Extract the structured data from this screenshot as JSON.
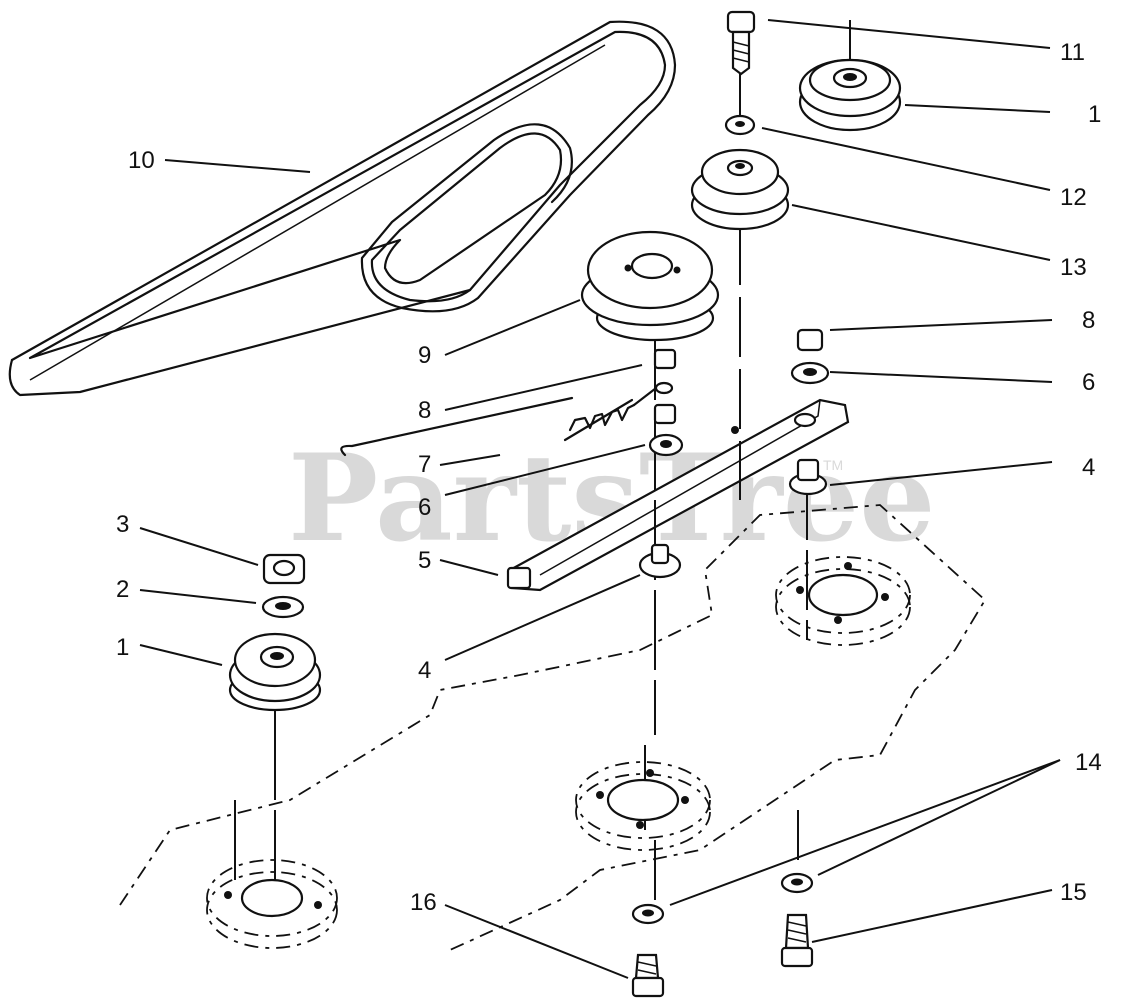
{
  "watermark": {
    "brand": "PartsTree",
    "trademark": "TM"
  },
  "callouts": [
    {
      "id": "c10",
      "label": "10"
    },
    {
      "id": "c11",
      "label": "11"
    },
    {
      "id": "c1a",
      "label": "1"
    },
    {
      "id": "c12",
      "label": "12"
    },
    {
      "id": "c13",
      "label": "13"
    },
    {
      "id": "c9",
      "label": "9"
    },
    {
      "id": "c8a",
      "label": "8"
    },
    {
      "id": "c8b",
      "label": "8"
    },
    {
      "id": "c6a",
      "label": "6"
    },
    {
      "id": "c7",
      "label": "7"
    },
    {
      "id": "c6b",
      "label": "6"
    },
    {
      "id": "c4a",
      "label": "4"
    },
    {
      "id": "c3",
      "label": "3"
    },
    {
      "id": "c2",
      "label": "2"
    },
    {
      "id": "c1b",
      "label": "1"
    },
    {
      "id": "c5",
      "label": "5"
    },
    {
      "id": "c4b",
      "label": "4"
    },
    {
      "id": "c14",
      "label": "14"
    },
    {
      "id": "c16",
      "label": "16"
    },
    {
      "id": "c15",
      "label": "15"
    }
  ]
}
